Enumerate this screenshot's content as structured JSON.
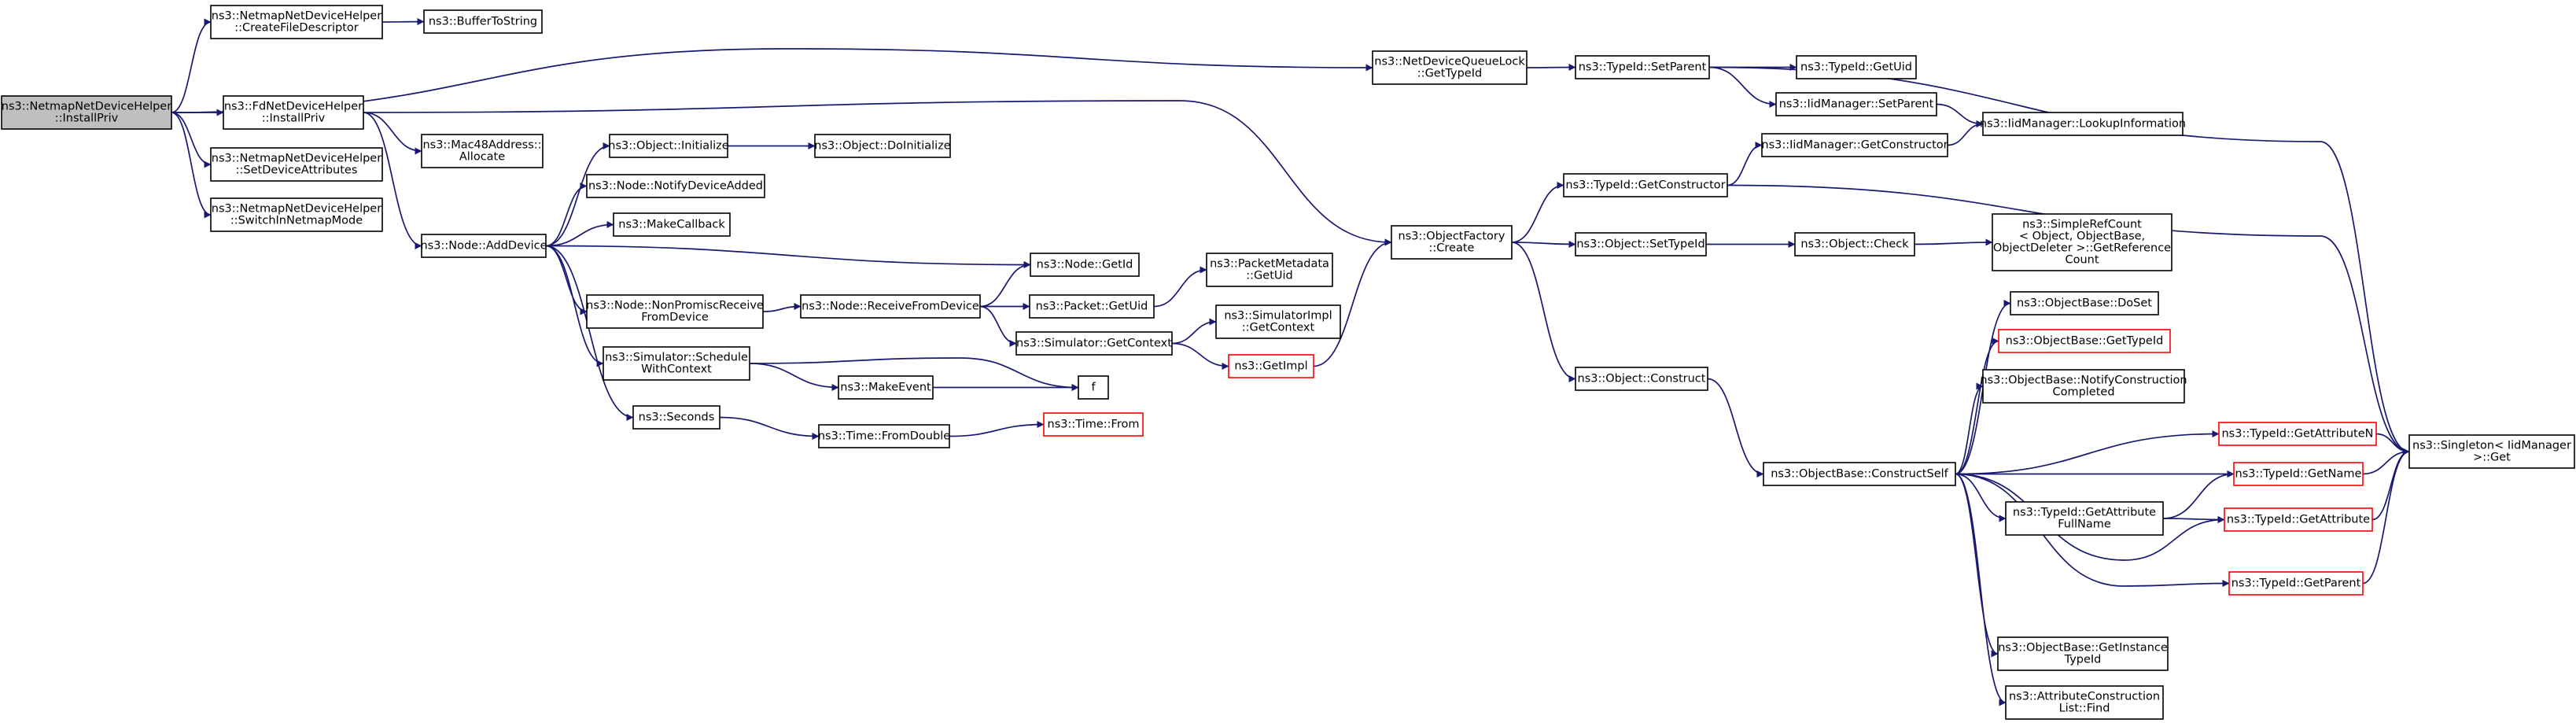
{
  "graph": {
    "colors": {
      "edge": "#191970",
      "node_border": "#000000",
      "truncated_border": "#ff0000",
      "root_fill": "#bfbfbf",
      "node_fill": "#ffffff"
    },
    "nodes": [
      {
        "id": "n0",
        "lines": [
          "ns3::NetmapNetDeviceHelper",
          "::InstallPriv"
        ],
        "style": "root"
      },
      {
        "id": "n1",
        "lines": [
          "ns3::NetmapNetDeviceHelper",
          "::CreateFileDescriptor"
        ],
        "style": "normal"
      },
      {
        "id": "n2",
        "lines": [
          "ns3::BufferToString"
        ],
        "style": "normal"
      },
      {
        "id": "n3",
        "lines": [
          "ns3::FdNetDeviceHelper",
          "::InstallPriv"
        ],
        "style": "normal"
      },
      {
        "id": "n4",
        "lines": [
          "ns3::NetmapNetDeviceHelper",
          "::SetDeviceAttributes"
        ],
        "style": "normal"
      },
      {
        "id": "n5",
        "lines": [
          "ns3::NetmapNetDeviceHelper",
          "::SwitchInNetmapMode"
        ],
        "style": "normal"
      },
      {
        "id": "n6",
        "lines": [
          "ns3::Mac48Address::",
          "Allocate"
        ],
        "style": "normal"
      },
      {
        "id": "n7",
        "lines": [
          "ns3::Node::AddDevice"
        ],
        "style": "normal"
      },
      {
        "id": "n8",
        "lines": [
          "ns3::Object::Initialize"
        ],
        "style": "normal"
      },
      {
        "id": "n9",
        "lines": [
          "ns3::Object::DoInitialize"
        ],
        "style": "normal"
      },
      {
        "id": "n10",
        "lines": [
          "ns3::Node::NotifyDeviceAdded"
        ],
        "style": "normal"
      },
      {
        "id": "n11",
        "lines": [
          "ns3::MakeCallback"
        ],
        "style": "normal"
      },
      {
        "id": "n12",
        "lines": [
          "ns3::Node::GetId"
        ],
        "style": "normal"
      },
      {
        "id": "n13",
        "lines": [
          "ns3::Node::NonPromiscReceive",
          "FromDevice"
        ],
        "style": "normal"
      },
      {
        "id": "n14",
        "lines": [
          "ns3::Node::ReceiveFromDevice"
        ],
        "style": "normal"
      },
      {
        "id": "n15",
        "lines": [
          "ns3::Packet::GetUid"
        ],
        "style": "normal"
      },
      {
        "id": "n16",
        "lines": [
          "ns3::PacketMetadata",
          "::GetUid"
        ],
        "style": "normal"
      },
      {
        "id": "n17",
        "lines": [
          "ns3::Simulator::GetContext"
        ],
        "style": "normal"
      },
      {
        "id": "n18",
        "lines": [
          "ns3::SimulatorImpl",
          "::GetContext"
        ],
        "style": "normal"
      },
      {
        "id": "n19",
        "lines": [
          "ns3::GetImpl"
        ],
        "style": "truncated"
      },
      {
        "id": "n20",
        "lines": [
          "ns3::Simulator::Schedule",
          "WithContext"
        ],
        "style": "normal"
      },
      {
        "id": "n21",
        "lines": [
          "ns3::MakeEvent"
        ],
        "style": "normal"
      },
      {
        "id": "n22",
        "lines": [
          "f"
        ],
        "style": "normal"
      },
      {
        "id": "n23",
        "lines": [
          "ns3::Seconds"
        ],
        "style": "normal"
      },
      {
        "id": "n24",
        "lines": [
          "ns3::Time::FromDouble"
        ],
        "style": "normal"
      },
      {
        "id": "n25",
        "lines": [
          "ns3::Time::From"
        ],
        "style": "truncated"
      },
      {
        "id": "n26",
        "lines": [
          "ns3::NetDeviceQueueLock",
          "::GetTypeId"
        ],
        "style": "normal"
      },
      {
        "id": "n27",
        "lines": [
          "ns3::TypeId::SetParent"
        ],
        "style": "normal"
      },
      {
        "id": "n28",
        "lines": [
          "ns3::TypeId::GetUid"
        ],
        "style": "normal"
      },
      {
        "id": "n29",
        "lines": [
          "ns3::IidManager::SetParent"
        ],
        "style": "normal"
      },
      {
        "id": "n30",
        "lines": [
          "ns3::IidManager::LookupInformation"
        ],
        "style": "normal"
      },
      {
        "id": "n31",
        "lines": [
          "ns3::ObjectFactory",
          "::Create"
        ],
        "style": "normal"
      },
      {
        "id": "n32",
        "lines": [
          "ns3::TypeId::GetConstructor"
        ],
        "style": "normal"
      },
      {
        "id": "n33",
        "lines": [
          "ns3::IidManager::GetConstructor"
        ],
        "style": "normal"
      },
      {
        "id": "n34",
        "lines": [
          "ns3::Object::SetTypeId"
        ],
        "style": "normal"
      },
      {
        "id": "n35",
        "lines": [
          "ns3::Object::Check"
        ],
        "style": "normal"
      },
      {
        "id": "n36",
        "lines": [
          "ns3::SimpleRefCount",
          "< Object, ObjectBase,",
          "ObjectDeleter >::GetReference",
          "Count"
        ],
        "style": "normal"
      },
      {
        "id": "n37",
        "lines": [
          "ns3::Object::Construct"
        ],
        "style": "normal"
      },
      {
        "id": "n38",
        "lines": [
          "ns3::ObjectBase::ConstructSelf"
        ],
        "style": "normal"
      },
      {
        "id": "n39",
        "lines": [
          "ns3::ObjectBase::DoSet"
        ],
        "style": "normal"
      },
      {
        "id": "n40",
        "lines": [
          "ns3::ObjectBase::GetTypeId"
        ],
        "style": "truncated"
      },
      {
        "id": "n41",
        "lines": [
          "ns3::ObjectBase::NotifyConstruction",
          "Completed"
        ],
        "style": "normal"
      },
      {
        "id": "n42",
        "lines": [
          "ns3::TypeId::GetAttributeN"
        ],
        "style": "truncated"
      },
      {
        "id": "n43",
        "lines": [
          "ns3::Singleton< IidManager",
          ">::Get"
        ],
        "style": "normal"
      },
      {
        "id": "n44",
        "lines": [
          "ns3::TypeId::GetName"
        ],
        "style": "truncated"
      },
      {
        "id": "n45",
        "lines": [
          "ns3::TypeId::GetAttribute",
          "FullName"
        ],
        "style": "normal"
      },
      {
        "id": "n46",
        "lines": [
          "ns3::TypeId::GetAttribute"
        ],
        "style": "truncated"
      },
      {
        "id": "n47",
        "lines": [
          "ns3::TypeId::GetParent"
        ],
        "style": "truncated"
      },
      {
        "id": "n48",
        "lines": [
          "ns3::ObjectBase::GetInstance",
          "TypeId"
        ],
        "style": "normal"
      },
      {
        "id": "n49",
        "lines": [
          "ns3::AttributeConstruction",
          "List::Find"
        ],
        "style": "normal"
      }
    ],
    "edges": [
      [
        "n0",
        "n1"
      ],
      [
        "n0",
        "n3"
      ],
      [
        "n0",
        "n4"
      ],
      [
        "n0",
        "n5"
      ],
      [
        "n0",
        "n26"
      ],
      [
        "n1",
        "n2"
      ],
      [
        "n3",
        "n6"
      ],
      [
        "n3",
        "n7"
      ],
      [
        "n3",
        "n31"
      ],
      [
        "n7",
        "n8"
      ],
      [
        "n7",
        "n10"
      ],
      [
        "n7",
        "n11"
      ],
      [
        "n7",
        "n12"
      ],
      [
        "n7",
        "n13"
      ],
      [
        "n7",
        "n20"
      ],
      [
        "n7",
        "n23"
      ],
      [
        "n8",
        "n9"
      ],
      [
        "n13",
        "n14"
      ],
      [
        "n14",
        "n12"
      ],
      [
        "n14",
        "n15"
      ],
      [
        "n14",
        "n17"
      ],
      [
        "n15",
        "n16"
      ],
      [
        "n17",
        "n18"
      ],
      [
        "n17",
        "n19"
      ],
      [
        "n19",
        "n31"
      ],
      [
        "n20",
        "n21"
      ],
      [
        "n20",
        "n22"
      ],
      [
        "n21",
        "n22"
      ],
      [
        "n23",
        "n24"
      ],
      [
        "n24",
        "n25"
      ],
      [
        "n26",
        "n27"
      ],
      [
        "n27",
        "n28"
      ],
      [
        "n27",
        "n29"
      ],
      [
        "n27",
        "n43"
      ],
      [
        "n29",
        "n30"
      ],
      [
        "n31",
        "n32"
      ],
      [
        "n31",
        "n34"
      ],
      [
        "n31",
        "n37"
      ],
      [
        "n32",
        "n33"
      ],
      [
        "n32",
        "n43"
      ],
      [
        "n33",
        "n30"
      ],
      [
        "n34",
        "n35"
      ],
      [
        "n35",
        "n36"
      ],
      [
        "n37",
        "n38"
      ],
      [
        "n38",
        "n39"
      ],
      [
        "n38",
        "n40"
      ],
      [
        "n38",
        "n41"
      ],
      [
        "n38",
        "n42"
      ],
      [
        "n38",
        "n44"
      ],
      [
        "n38",
        "n45"
      ],
      [
        "n38",
        "n46"
      ],
      [
        "n38",
        "n47"
      ],
      [
        "n38",
        "n48"
      ],
      [
        "n38",
        "n49"
      ],
      [
        "n42",
        "n43"
      ],
      [
        "n44",
        "n43"
      ],
      [
        "n45",
        "n44"
      ],
      [
        "n45",
        "n46"
      ],
      [
        "n46",
        "n43"
      ],
      [
        "n47",
        "n43"
      ]
    ]
  }
}
